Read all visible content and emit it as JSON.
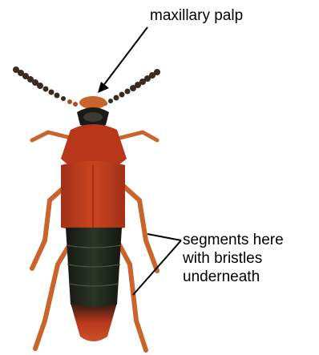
{
  "annotations": {
    "palp_label": "maxillary palp",
    "segments_label": [
      "segments here",
      "with bristles",
      "underneath"
    ]
  },
  "colors": {
    "body_red": "#b8371b",
    "body_dark_red": "#8e2a14",
    "abdomen_black": "#1d2219",
    "leg_orange": "#c8642c",
    "antenna_dark": "#3a2a20",
    "line": "#000000"
  }
}
